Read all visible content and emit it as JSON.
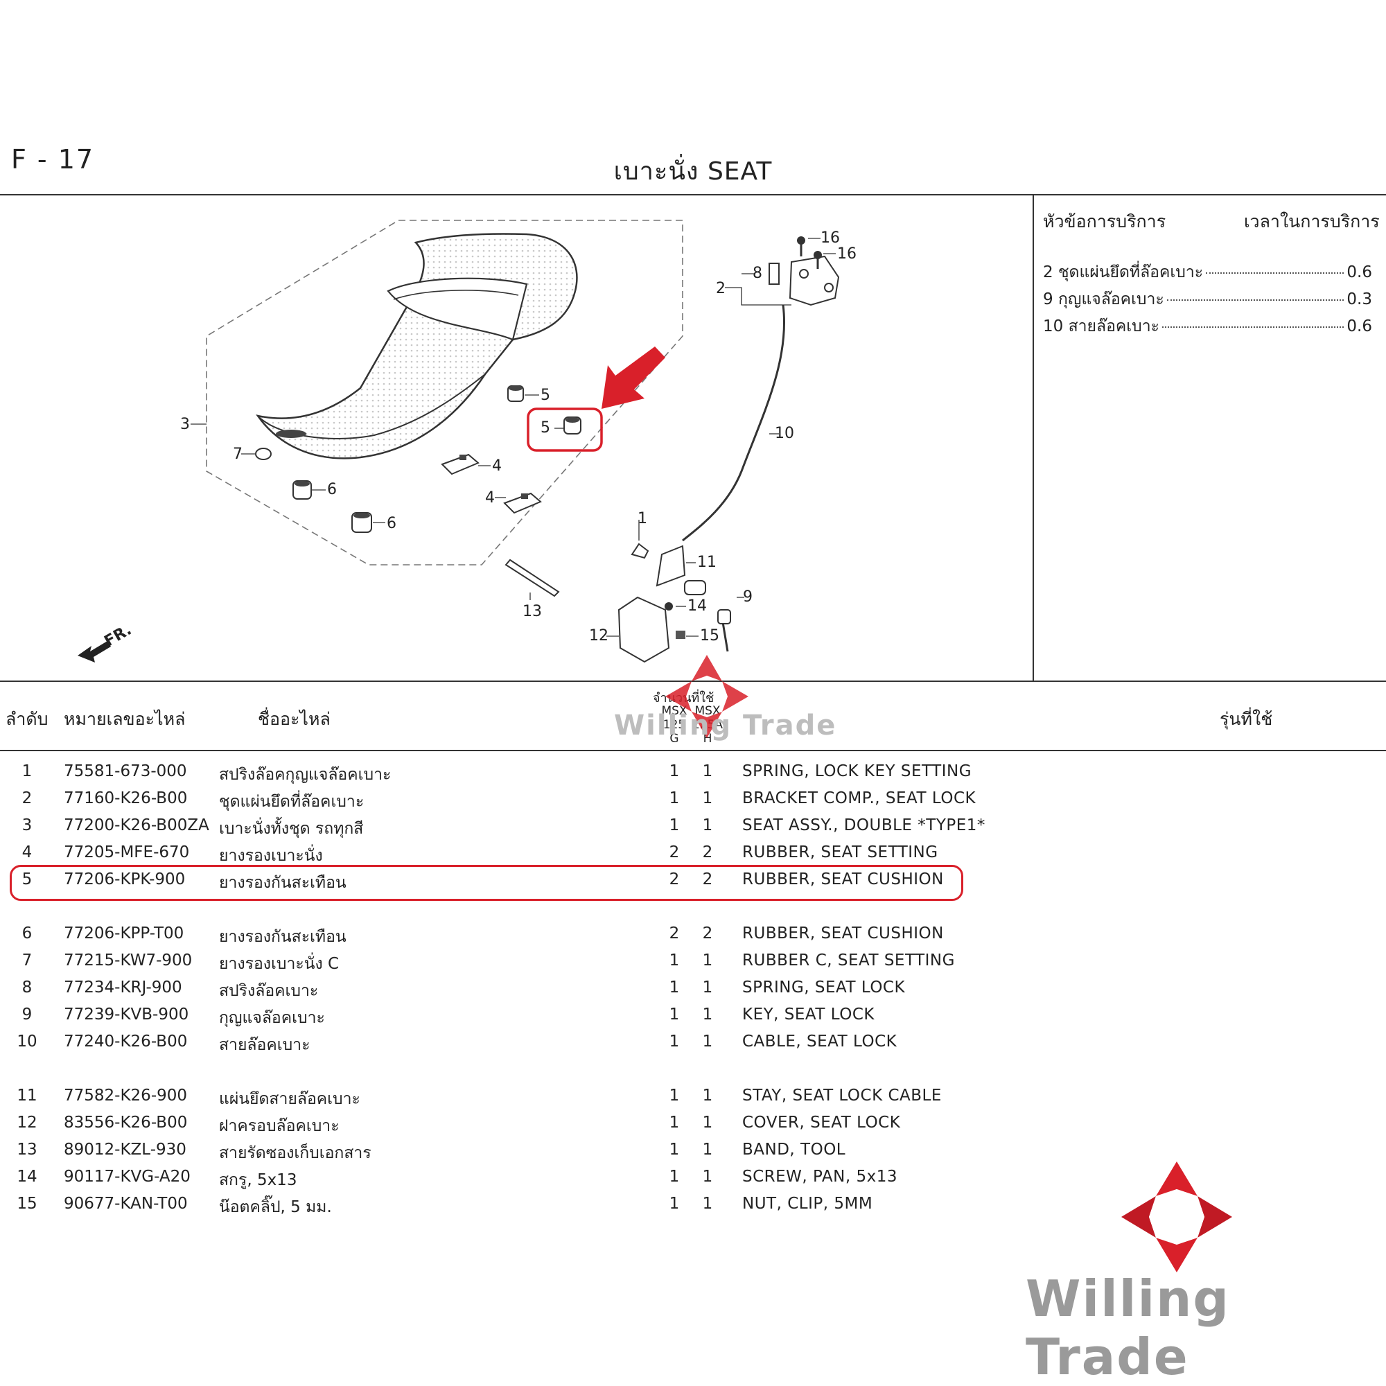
{
  "header": {
    "page_code": "F - 17",
    "title": "เบาะนั่ง  SEAT"
  },
  "service": {
    "head_left": "หัวข้อการบริการ",
    "head_right": "เวลาในการบริการ",
    "rows": [
      {
        "label": "2 ชุดแผ่นยึดที่ล๊อคเบาะ",
        "value": "0.6"
      },
      {
        "label": "9 กุญแจล๊อคเบาะ",
        "value": "0.3"
      },
      {
        "label": "10 สายล๊อคเบาะ",
        "value": "0.6"
      }
    ]
  },
  "diagram": {
    "fr_label": "FR.",
    "callouts": [
      "1",
      "2",
      "3",
      "4",
      "4",
      "5",
      "5",
      "6",
      "6",
      "7",
      "8",
      "9",
      "10",
      "11",
      "12",
      "13",
      "14",
      "15",
      "16",
      "16"
    ]
  },
  "table": {
    "headers": {
      "no": "ลำดับ",
      "part_no": "หมายเลขอะไหล่",
      "name": "ชื่ออะไหล่",
      "qty": "จำนวนที่ใช้",
      "models": "รุ่นที่ใช้"
    },
    "qty_cols": [
      {
        "l1": "MSX",
        "l2": "125",
        "l3": "G"
      },
      {
        "l1": "MSX",
        "l2": "125A",
        "l3": "H"
      }
    ],
    "rows": [
      {
        "no": "1",
        "part_no": "75581-673-000",
        "name_th": "สปริงล๊อคกุญแจล๊อคเบาะ",
        "q1": "1",
        "q2": "1",
        "name_en": "SPRING, LOCK KEY SETTING"
      },
      {
        "no": "2",
        "part_no": "77160-K26-B00",
        "name_th": "ชุดแผ่นยึดที่ล๊อคเบาะ",
        "q1": "1",
        "q2": "1",
        "name_en": "BRACKET COMP., SEAT LOCK"
      },
      {
        "no": "3",
        "part_no": "77200-K26-B00ZA",
        "name_th": "เบาะนั่งทั้งชุด รถทุกสี",
        "q1": "1",
        "q2": "1",
        "name_en": "SEAT ASSY., DOUBLE *TYPE1*"
      },
      {
        "no": "4",
        "part_no": "77205-MFE-670",
        "name_th": "ยางรองเบาะนั่ง",
        "q1": "2",
        "q2": "2",
        "name_en": "RUBBER, SEAT SETTING"
      },
      {
        "no": "5",
        "part_no": "77206-KPK-900",
        "name_th": "ยางรองกันสะเทือน",
        "q1": "2",
        "q2": "2",
        "name_en": "RUBBER, SEAT CUSHION"
      },
      {
        "no": "6",
        "part_no": "77206-KPP-T00",
        "name_th": "ยางรองกันสะเทือน",
        "q1": "2",
        "q2": "2",
        "name_en": "RUBBER, SEAT CUSHION"
      },
      {
        "no": "7",
        "part_no": "77215-KW7-900",
        "name_th": "ยางรองเบาะนั่ง C",
        "q1": "1",
        "q2": "1",
        "name_en": "RUBBER C, SEAT SETTING"
      },
      {
        "no": "8",
        "part_no": "77234-KRJ-900",
        "name_th": "สปริงล๊อคเบาะ",
        "q1": "1",
        "q2": "1",
        "name_en": "SPRING, SEAT LOCK"
      },
      {
        "no": "9",
        "part_no": "77239-KVB-900",
        "name_th": "กุญแจล๊อคเบาะ",
        "q1": "1",
        "q2": "1",
        "name_en": "KEY, SEAT LOCK"
      },
      {
        "no": "10",
        "part_no": "77240-K26-B00",
        "name_th": "สายล๊อคเบาะ",
        "q1": "1",
        "q2": "1",
        "name_en": "CABLE, SEAT LOCK"
      },
      {
        "no": "11",
        "part_no": "77582-K26-900",
        "name_th": "แผ่นยึดสายล๊อคเบาะ",
        "q1": "1",
        "q2": "1",
        "name_en": "STAY, SEAT LOCK CABLE"
      },
      {
        "no": "12",
        "part_no": "83556-K26-B00",
        "name_th": "ฝาครอบล๊อคเบาะ",
        "q1": "1",
        "q2": "1",
        "name_en": "COVER, SEAT LOCK"
      },
      {
        "no": "13",
        "part_no": "89012-KZL-930",
        "name_th": "สายรัดซองเก็บเอกสาร",
        "q1": "1",
        "q2": "1",
        "name_en": "BAND, TOOL"
      },
      {
        "no": "14",
        "part_no": "90117-KVG-A20",
        "name_th": "สกรู, 5x13",
        "q1": "1",
        "q2": "1",
        "name_en": "SCREW, PAN, 5x13"
      },
      {
        "no": "15",
        "part_no": "90677-KAN-T00",
        "name_th": "น๊อตคลิ๊ป, 5 มม.",
        "q1": "1",
        "q2": "1",
        "name_en": "NUT, CLIP, 5MM"
      }
    ]
  },
  "watermark": {
    "text": "Willing Trade"
  },
  "colors": {
    "highlight": "#d9202a",
    "watermark": "#9a9a9a",
    "line": "#333333"
  }
}
